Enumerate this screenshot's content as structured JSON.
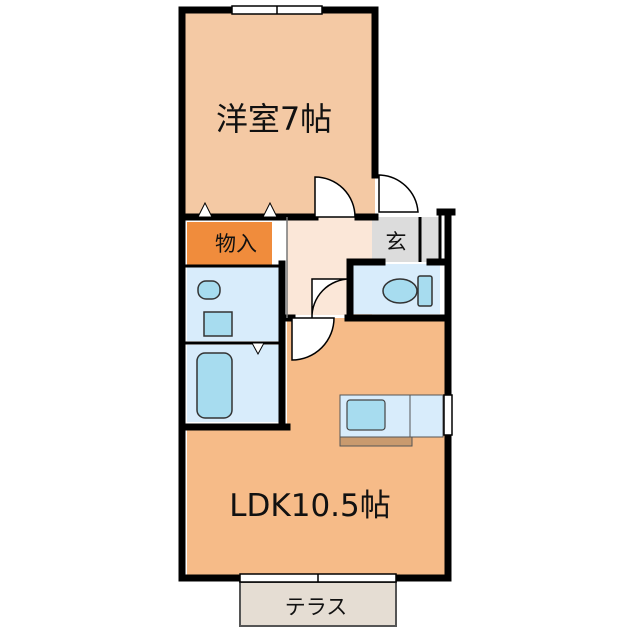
{
  "rooms": {
    "western_room": "洋室7帖",
    "storage": "物入",
    "entrance": "玄",
    "ldk": "LDK10.5帖",
    "terrace": "テラス"
  },
  "colors": {
    "western_room": "#f4c9a4",
    "storage": "#f08c3c",
    "ldk": "#f6bb88",
    "wet_area": "#d8ecfb",
    "fixture": "#a7dcef",
    "entrance": "#dcdcdc",
    "hall": "#fbe7d8",
    "terrace": "#e5ddd3",
    "counter": "#c99a6e",
    "wall": "#000000"
  },
  "icons": [
    "door-swing-icon",
    "toilet-icon",
    "bathtub-icon",
    "sink-icon",
    "kitchen-sink-icon",
    "window-icon",
    "closet-door-icon"
  ]
}
